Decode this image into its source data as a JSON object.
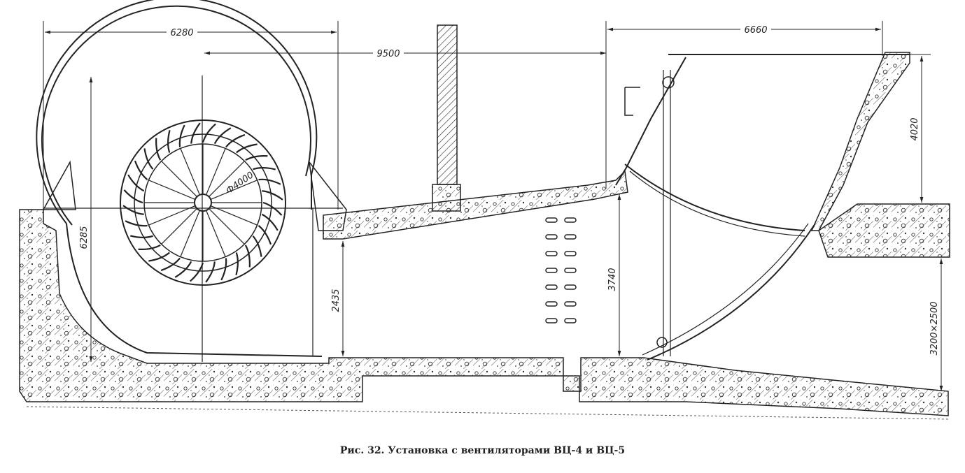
{
  "dimensions": {
    "d6280": "6280",
    "d9500": "9500",
    "d6660": "6660",
    "d6285": "6285",
    "d2435": "2435",
    "d3740": "3740",
    "d4020": "4020",
    "d3200x2500": "3200×2500",
    "phi4000": "Ф4000"
  },
  "caption": "Рис. 32. Установка с вентиляторами ВЦ-4 и ВЦ-5",
  "colors": {
    "ink": "#222222",
    "paper": "#ffffff"
  }
}
